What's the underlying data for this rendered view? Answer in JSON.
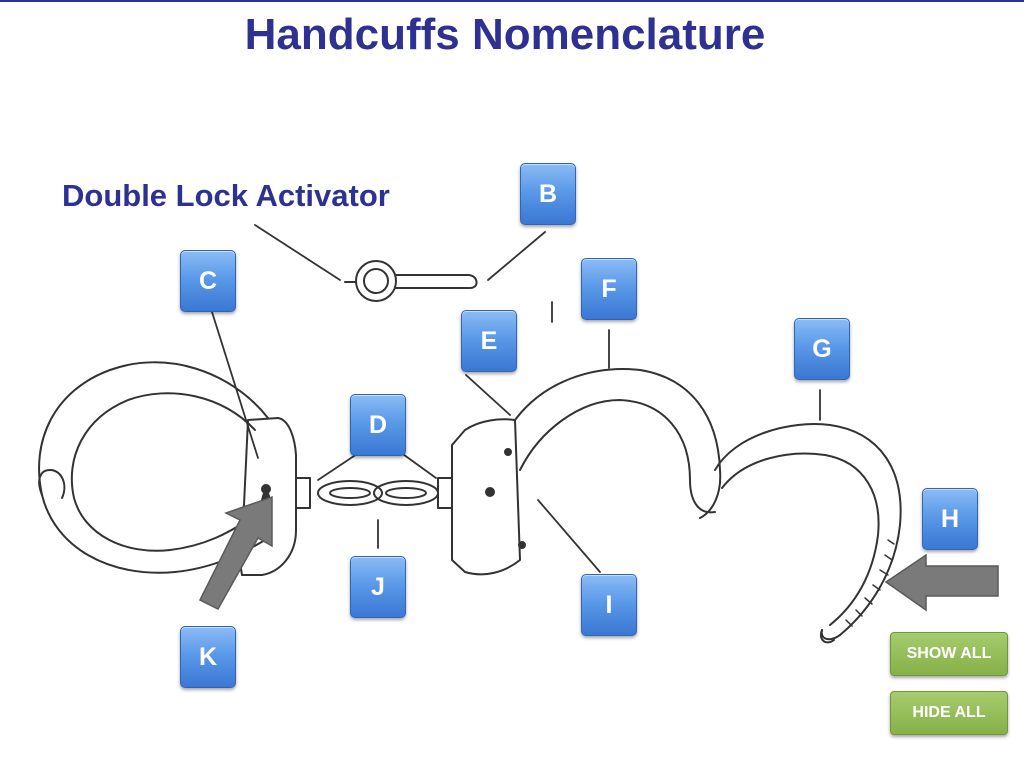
{
  "title": "Handcuffs Nomenclature",
  "diagram": {
    "double_lock_label": "Double Lock Activator",
    "labels": {
      "b": "B",
      "c": "C",
      "d": "D",
      "e": "E",
      "f": "F",
      "g": "G",
      "h": "H",
      "i": "I",
      "j": "J",
      "k": "K"
    }
  },
  "controls": {
    "show_all": "SHOW ALL",
    "hide_all": "HIDE ALL"
  },
  "colors": {
    "title": "#2e3192",
    "label_button": "#5b99e8",
    "control_button": "#8db64f",
    "arrow": "#7a7a7a"
  }
}
